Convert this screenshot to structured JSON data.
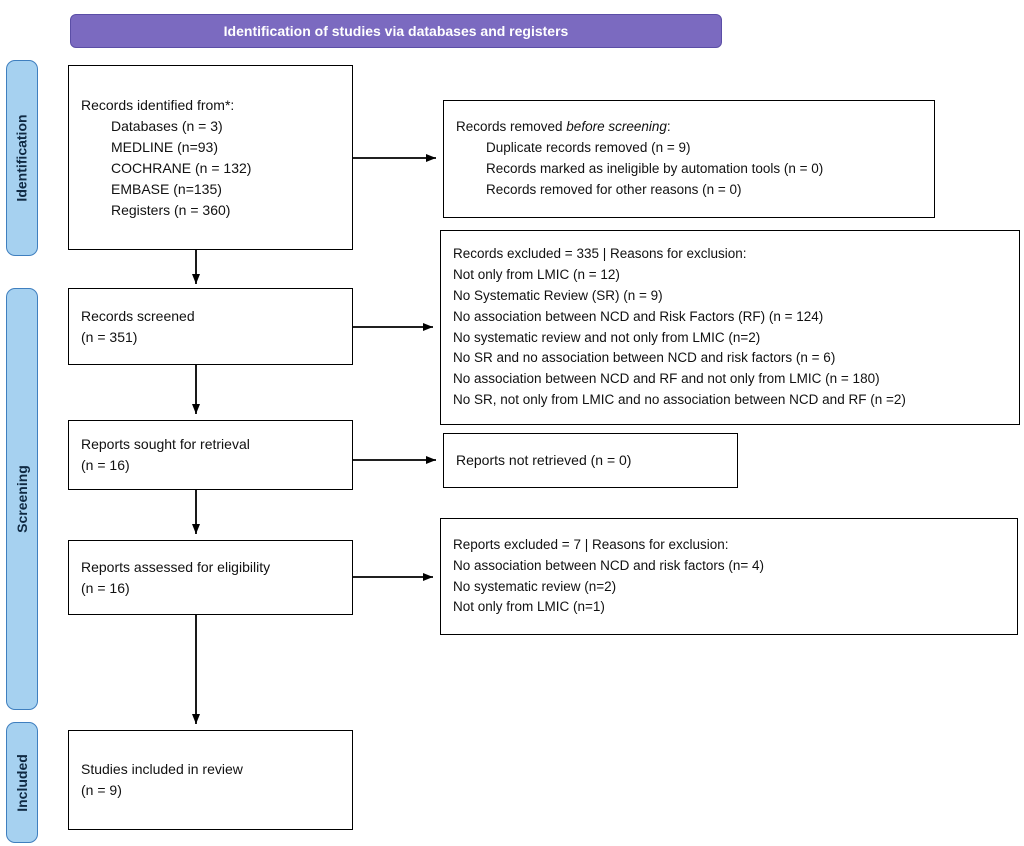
{
  "header": {
    "title": "Identification of studies via databases and registers"
  },
  "stages": {
    "identification": "Identification",
    "screening": "Screening",
    "included": "Included"
  },
  "colors": {
    "banner": "#7b6ac0",
    "stage_fill": "#a6d1f0",
    "stage_border": "#3f7fbf",
    "box_border": "#000000",
    "arrow": "#000000"
  },
  "boxes": {
    "records_identified": {
      "title": "Records identified from*:",
      "items": [
        "Databases (n = 3)",
        "MEDLINE (n=93)",
        "COCHRANE (n = 132)",
        "EMBASE (n=135)",
        "Registers (n = 360)"
      ]
    },
    "records_removed": {
      "title_prefix": "Records removed ",
      "title_italic": "before screening",
      "title_suffix": ":",
      "items": [
        "Duplicate records removed (n = 9)",
        "Records marked as ineligible by automation tools (n = 0)",
        "Records removed for other reasons (n = 0)"
      ]
    },
    "records_screened": {
      "lines": [
        "Records screened",
        "(n = 351)"
      ]
    },
    "records_excluded": {
      "lines": [
        "Records excluded = 335 | Reasons for exclusion:",
        "Not only from LMIC (n = 12)",
        "No Systematic Review (SR) (n = 9)",
        "No association between NCD and Risk Factors (RF) (n = 124)",
        "No systematic review and not only from LMIC (n=2)",
        "No SR and no association between NCD and risk factors (n = 6)",
        "No association between NCD and RF and not only from LMIC (n = 180)",
        "No SR, not only from LMIC and no association between NCD and RF (n =2)"
      ]
    },
    "reports_sought": {
      "lines": [
        "Reports sought for retrieval",
        "(n = 16)"
      ]
    },
    "reports_not_retrieved": {
      "lines": [
        "Reports not retrieved (n = 0)"
      ]
    },
    "reports_assessed": {
      "lines": [
        "Reports assessed for eligibility",
        "(n = 16)"
      ]
    },
    "reports_excluded": {
      "lines": [
        "Reports excluded = 7 | Reasons for exclusion:",
        "No association between NCD and risk factors (n= 4)",
        "No systematic review (n=2)",
        "Not only from LMIC (n=1)"
      ]
    },
    "studies_included": {
      "lines": [
        "Studies included in review",
        "(n = 9)"
      ]
    }
  }
}
